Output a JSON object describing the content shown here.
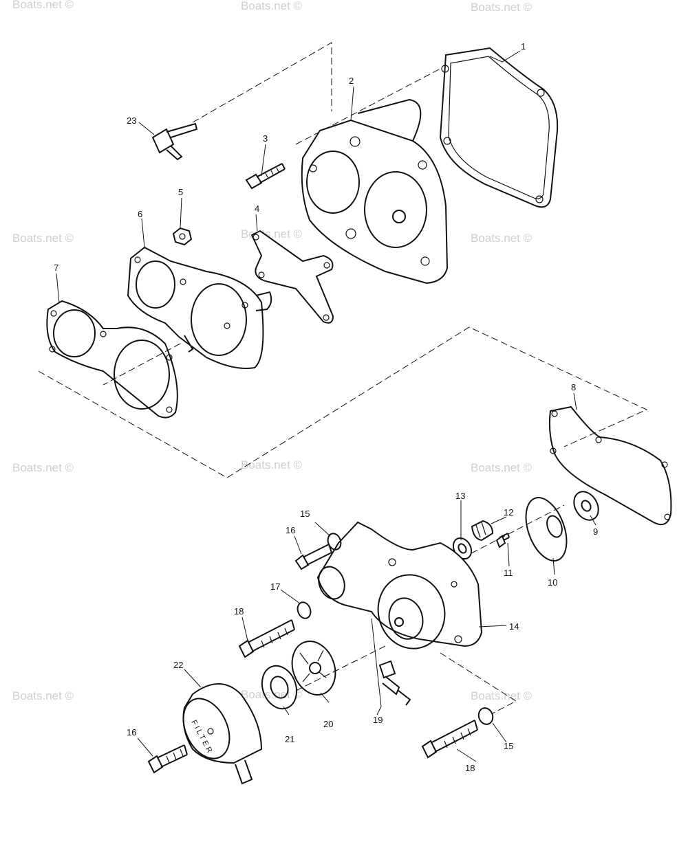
{
  "watermark": "Boats.net ©",
  "callouts": {
    "p1": "1",
    "p2": "2",
    "p3": "3",
    "p4": "4",
    "p5": "5",
    "p6": "6",
    "p7": "7",
    "p8": "8",
    "p9": "9",
    "p10": "10",
    "p11": "11",
    "p12": "12",
    "p13": "13",
    "p14": "14",
    "p15a": "15",
    "p15b": "15",
    "p16a": "16",
    "p16b": "16",
    "p17": "17",
    "p18a": "18",
    "p18b": "18",
    "p19": "19",
    "p20": "20",
    "p21": "21",
    "p22": "22",
    "p23": "23"
  },
  "filter_label": "FILTER"
}
